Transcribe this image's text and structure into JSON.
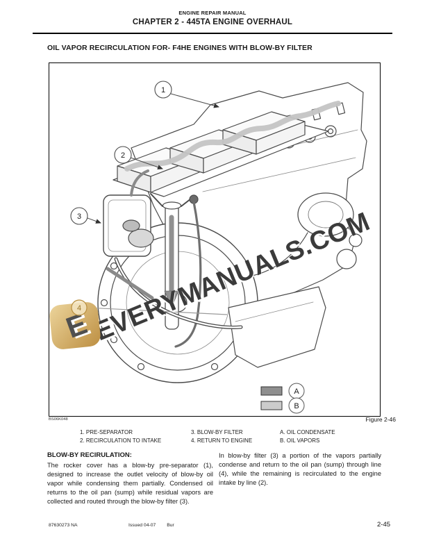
{
  "header": {
    "doc_title": "ENGINE REPAIR MANUAL",
    "chapter": "CHAPTER 2 - 445TA ENGINE OVERHAUL"
  },
  "section_title": "OIL VAPOR RECIRCULATION FOR- F4HE ENGINES WITH BLOW-BY FILTER",
  "figure": {
    "code": "BS06K048",
    "label": "Figure 2-46",
    "callouts": [
      "1",
      "2",
      "3",
      "4"
    ],
    "legend": {
      "a_key": "A",
      "a_color": "#8f8f8f",
      "b_key": "B",
      "b_color": "#cbcbcb"
    },
    "watermark": {
      "text": "EVERYMANUALS.COM",
      "text_color": "#3b3b3b",
      "logo_letter": "E",
      "logo_color_light": "#ecd49b",
      "logo_color_dark": "#bd8f42"
    }
  },
  "captions": {
    "col1": [
      "1. PRE-SEPARATOR",
      "2. RECIRCULATION TO INTAKE"
    ],
    "col2": [
      "3. BLOW-BY FILTER",
      "4. RETURN TO ENGINE"
    ],
    "col3": [
      "A. OIL CONDENSATE",
      "B. OIL VAPORS"
    ]
  },
  "body": {
    "heading": "BLOW-BY RECIRULATION:",
    "left": "The rocker cover has a blow-by pre-separator (1), designed to increase the outlet velocity of blow-by oil vapor while condensing them partially. Condensed oil returns to the oil pan (sump) while residual vapors are collected and routed through the blow-by filter (3).",
    "right": "In blow-by filter (3) a portion of the vapors partially condense and return to the oil pan (sump) through line (4), while the remaining is recirculated to the engine intake by line (2)."
  },
  "footer": {
    "part_number": "87630273 NA",
    "issued": "Issued 04-07",
    "revision": "Bur",
    "page_number": "2-45"
  }
}
